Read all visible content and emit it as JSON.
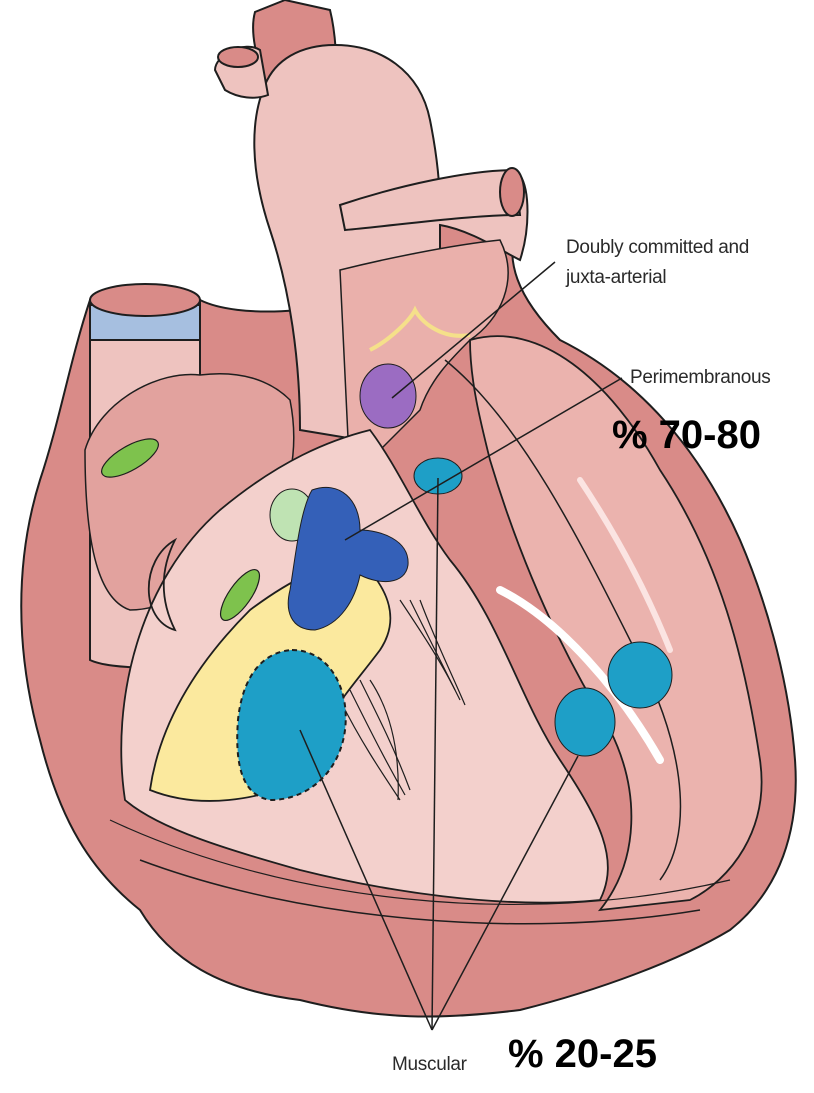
{
  "labels": {
    "doubly_committed_line1": "Doubly committed and",
    "doubly_committed_line2": "juxta-arterial",
    "perimembranous": "Perimembranous",
    "muscular": "Muscular"
  },
  "percentages": {
    "perimembranous": "% 70-80",
    "muscular": "% 20-25"
  },
  "colors": {
    "heart_wall": "#d98b88",
    "heart_inner": "#ebb3ae",
    "chamber_light": "#f3d0cc",
    "vessel_pink": "#eec3bf",
    "outline": "#1e1e1e",
    "yellow_tissue": "#fbe99e",
    "doubly_committed_defect": "#9b6cc2",
    "perimembranous_defect": "#3460b8",
    "muscular_defect": "#1e9fc7",
    "green_valve": "#7ec24d",
    "light_green": "#bfe3b3",
    "svc_band": "#a6bfe0"
  }
}
